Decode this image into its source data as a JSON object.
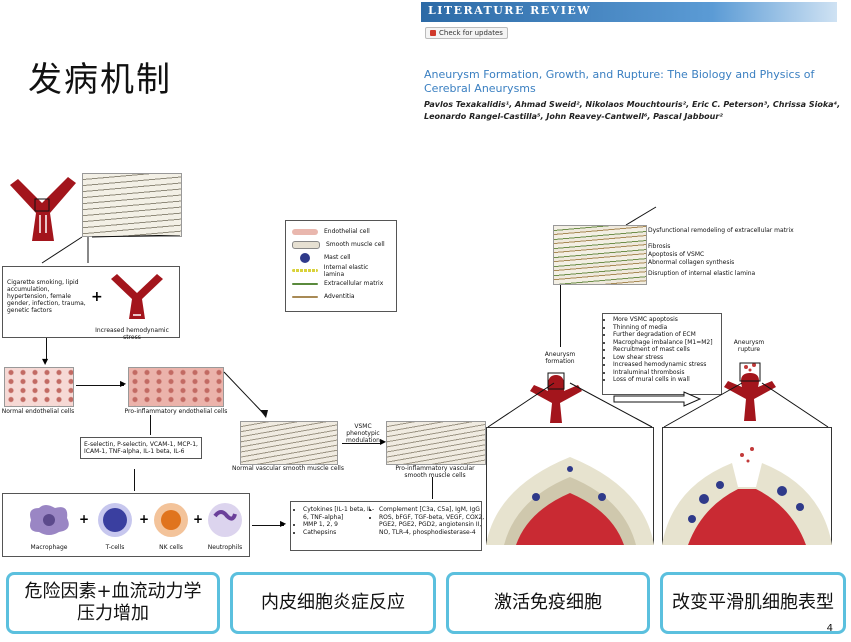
{
  "slide": {
    "title": "发病机制",
    "page_number": "4"
  },
  "article": {
    "section_label": "Literature Review",
    "check_updates": "Check for updates",
    "title": "Aneurysm Formation, Growth, and Rupture: The Biology and Physics of Cerebral Aneurysms",
    "authors": "Pavlos Texakalidis¹, Ahmad Sweid², Nikolaos Mouchtouris², Eric C. Peterson³, Chrissa Sioka⁴, Leonardo Rangel-Castilla⁵, John Reavey-Cantwell⁶, Pascal Jabbour²"
  },
  "figure": {
    "risk_factors": "Cigarette smoking, lipid accumulation, hypertension, female gender, infection, trauma, genetic factors",
    "hemodynamic_caption": "Increased hemodynamic stress",
    "normal_endo": "Normal endothelial cells",
    "pro_endo": "Pro-inflammatory endothelial cells",
    "adhesion": "E-selectin, P-selectin, VCAM-1, MCP-1, ICAM-1, TNF-alpha, IL-1 beta, IL-6",
    "normal_vsmc": "Normal vascular smooth muscle cells",
    "vsmc_switch": "VSMC phenotypic modulation",
    "pro_vsmc": "Pro-inflammatory vascular smooth muscle cells",
    "immune_cells": [
      "Macrophage",
      "T-cells",
      "NK cells",
      "Neutrophils"
    ],
    "legend": [
      {
        "label": "Endothelial cell",
        "color": "#e9b7ae"
      },
      {
        "label": "Smooth muscle cell",
        "color": "#e6e0d2"
      },
      {
        "label": "Mast cell",
        "color": "#2f3a8a"
      },
      {
        "label": "Internal elastic lamina",
        "color": "#d9d23a"
      },
      {
        "label": "Extracellular matrix",
        "color": "#5a8a3c"
      },
      {
        "label": "Adventitia",
        "color": "#a88a55"
      }
    ],
    "mediators_left": [
      "Cytokines [IL-1 beta, IL-6, TNF-alpha]",
      "MMP 1, 2, 9",
      "Cathepsins"
    ],
    "mediators_right": [
      "Complement [C3a, C5a], IgM, IgG",
      "ROS, bFGF, TGF-beta, VEGF, COX2, PGE2, PGE2, PGD2, angiotensin II, NO, TLR-4, phosphodiesterase-4"
    ],
    "wall_labels": [
      "Dysfunctional remodeling of extracellular matrix",
      "Fibrosis",
      "Apoptosis of VSMC",
      "Abnormal collagen synthesis",
      "Disruption of internal elastic lamina"
    ],
    "progression": [
      "More VSMC apoptosis",
      "Thinning of media",
      "Further degradation of ECM",
      "Macrophage imbalance [M1=M2]",
      "Recruitment of mast cells",
      "Low shear stress",
      "Increased hemodynamic stress",
      "Intraluminal thrombosis",
      "Loss of mural cells in wall"
    ],
    "aneurysm_formation": "Aneurysm formation",
    "aneurysm_rupture": "Aneurysm rupture"
  },
  "boxes": [
    "危险因素+血流动力学压力增加",
    "内皮细胞炎症反应",
    "激活免疫细胞",
    "改变平滑肌细胞表型"
  ],
  "colors": {
    "accent": "#5bc0de",
    "vessel": "#a3151c",
    "link": "#3a7fc1"
  }
}
